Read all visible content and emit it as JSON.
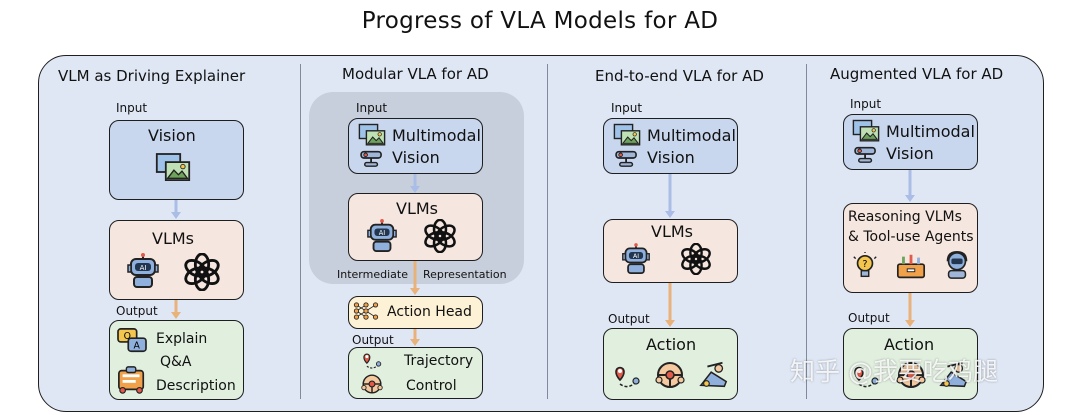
{
  "title": "Progress of VLA Models for AD",
  "columns": [
    {
      "title": "VLM as Driving Explainer",
      "input_label": "Input",
      "vision": "Vision",
      "model": "VLMs",
      "output_label": "Output",
      "outputs": [
        "Explain",
        "Q&A",
        "Description"
      ]
    },
    {
      "title": "Modular VLA for AD",
      "input_label": "Input",
      "vision_line1": "Multimodal",
      "vision_line2": "Vision",
      "model": "VLMs",
      "intermediate": "Intermediate",
      "representation": "Representation",
      "action_head": "Action Head",
      "output_label": "Output",
      "outputs": [
        "Trajectory",
        "Control"
      ]
    },
    {
      "title": "End-to-end VLA for AD",
      "input_label": "Input",
      "vision_line1": "Multimodal",
      "vision_line2": "Vision",
      "model": "VLMs",
      "output_label": "Output",
      "action": "Action"
    },
    {
      "title": "Augmented VLA for AD",
      "input_label": "Input",
      "vision_line1": "Multimodal",
      "vision_line2": "Vision",
      "model_line1": "Reasoning VLMs",
      "model_line2": "& Tool-use Agents",
      "output_label": "Output",
      "action": "Action"
    }
  ],
  "watermark": "知乎 @我要吃鸡腿",
  "colors": {
    "frame": "#dfe7f5",
    "input_box": "#c8d6ee",
    "vlm_box": "#f5e6df",
    "output_box": "#e1efdf",
    "action_head_box": "#fdf2d6",
    "arrow_blue": "#a9bde6",
    "arrow_orange": "#e8b27a"
  },
  "icons": [
    "image-icon",
    "robot-icon",
    "openai-icon",
    "camera-icon",
    "chat-icon",
    "clipboard-icon",
    "neural-network-icon",
    "route-icon",
    "steering-wheel-icon",
    "driver-icon",
    "lightbulb-icon",
    "toolbox-icon",
    "agent-robot-icon"
  ]
}
